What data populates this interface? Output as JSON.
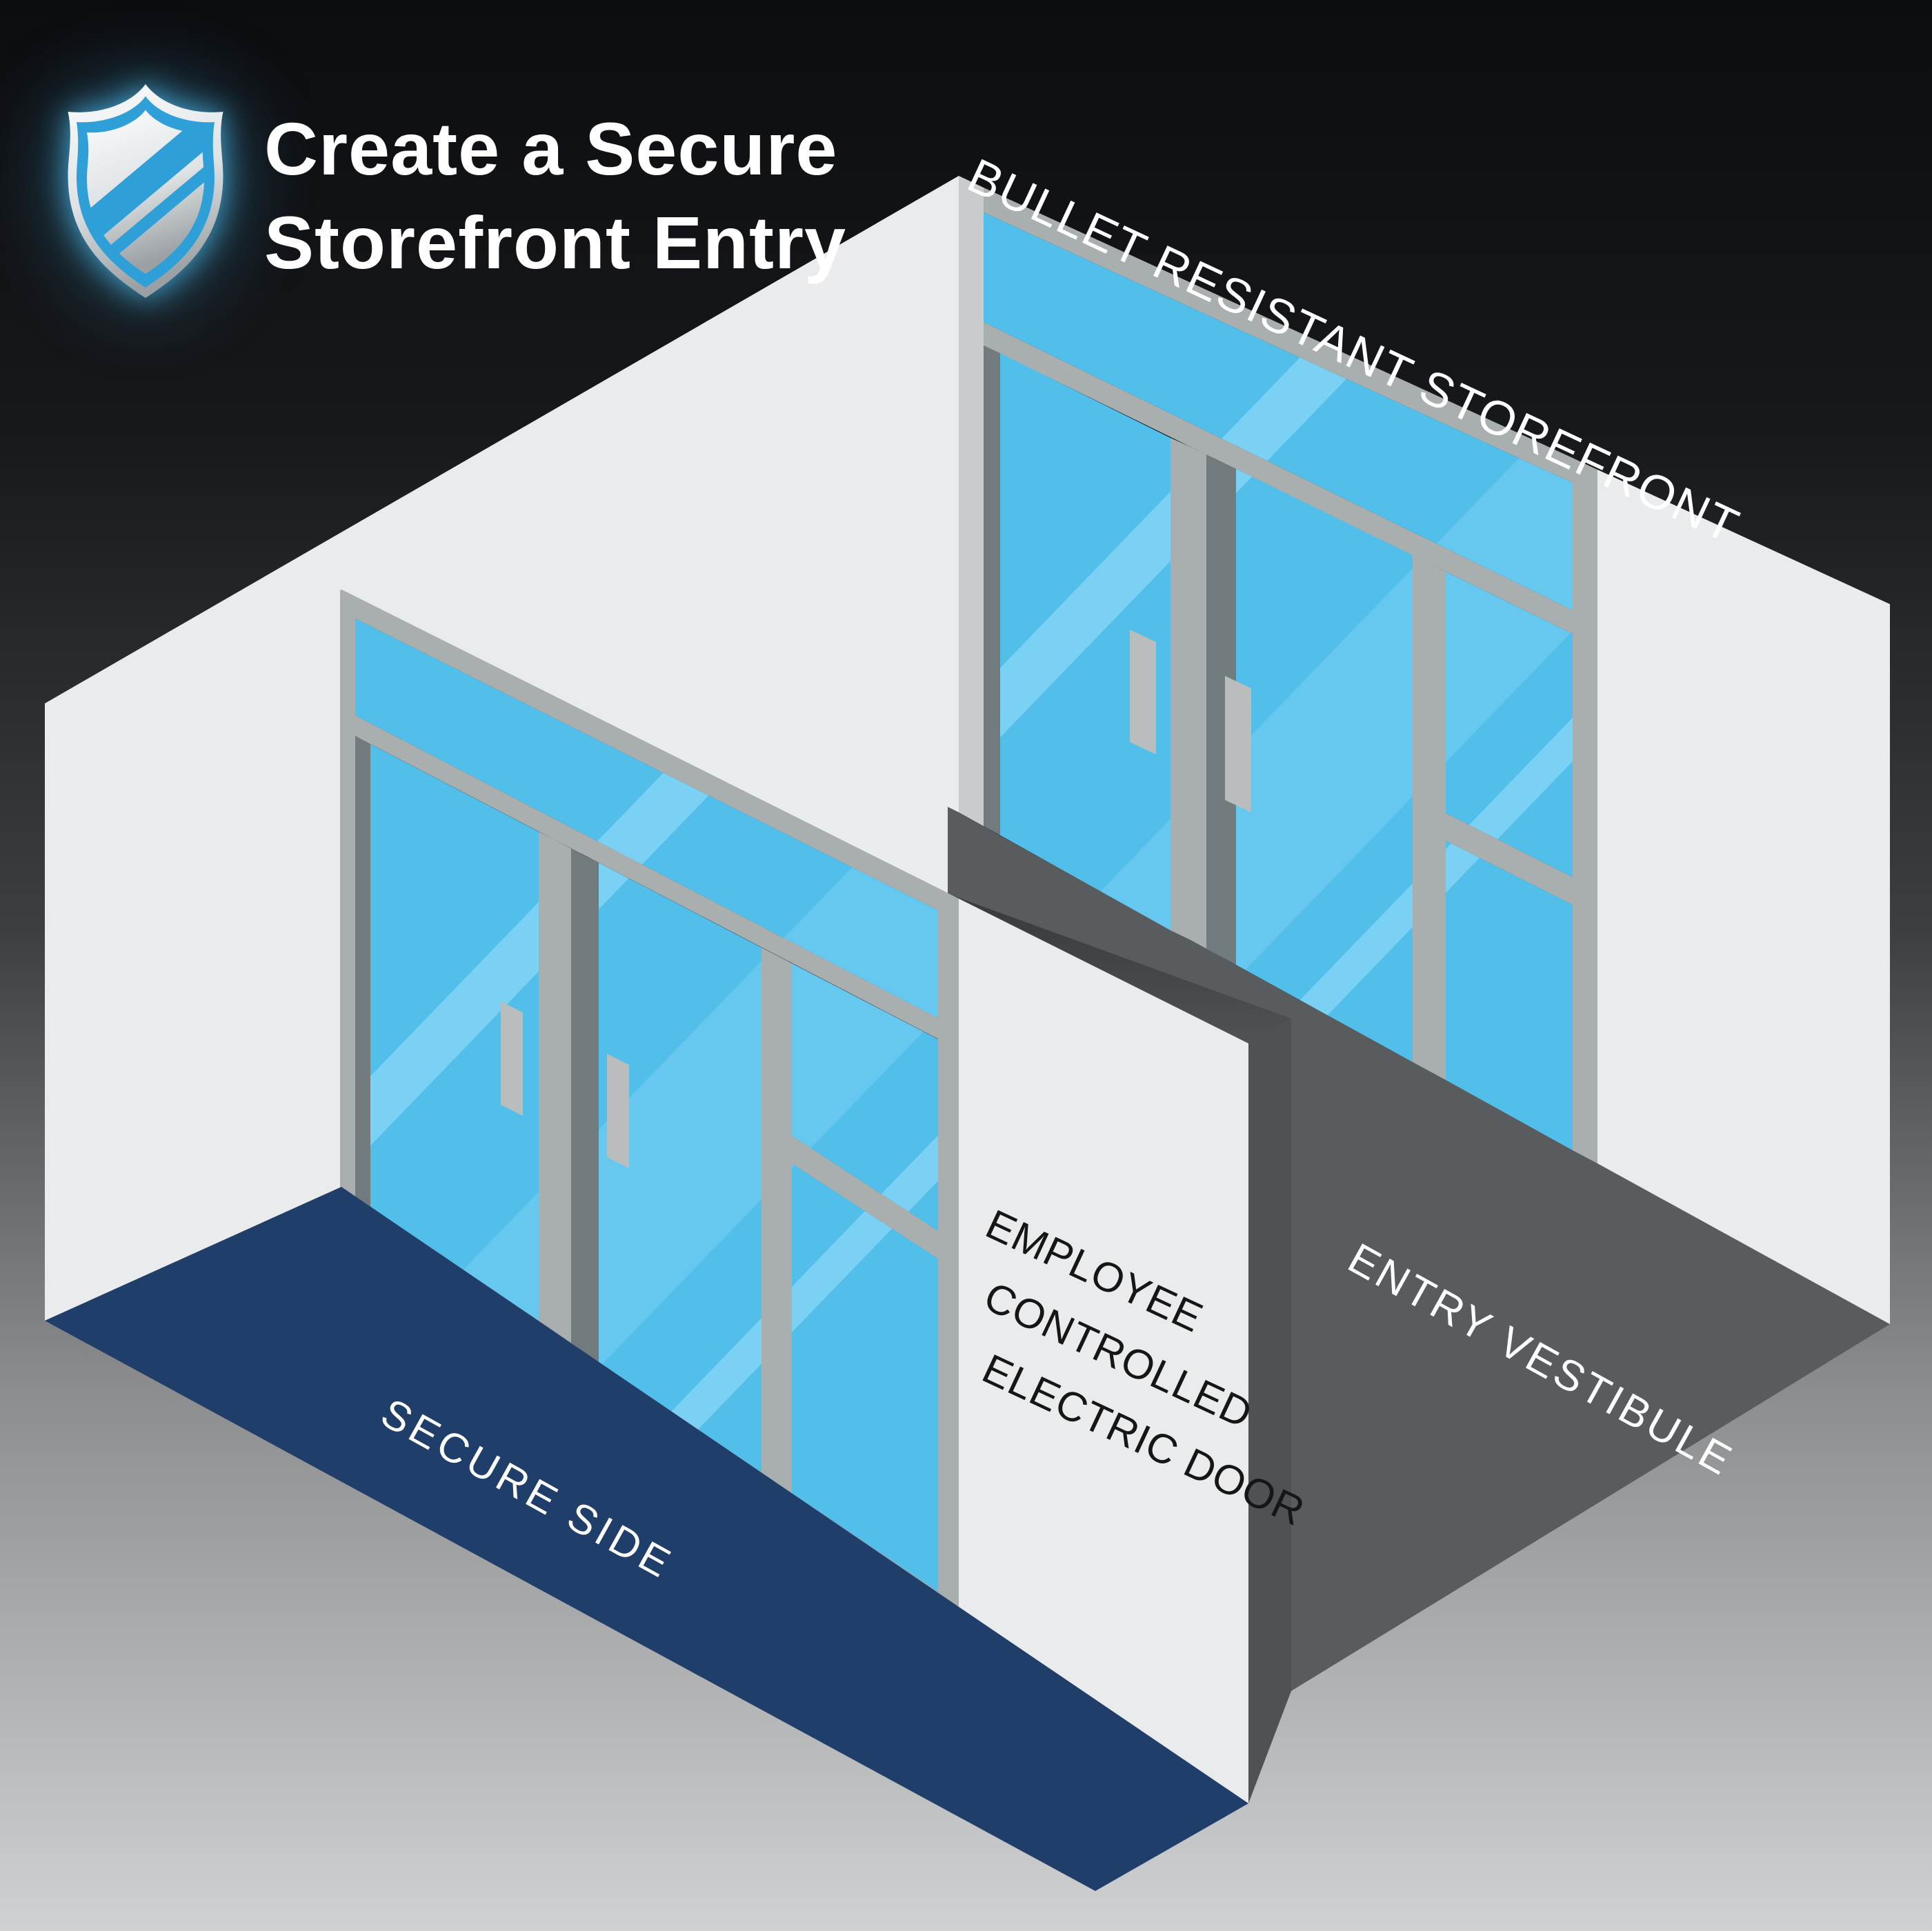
{
  "title": {
    "line1": "Create a Secure",
    "line2": "Storefront Entry"
  },
  "labels": {
    "storefront": "BULLET RESISTANT STOREFRONT",
    "employee_door_lines": [
      "EMPLOYEE",
      "CONTROLLED",
      "ELECTRIC DOOR"
    ],
    "entry_vestibule": "ENTRY VESTIBULE",
    "secure_side": "SECURE SIDE"
  },
  "icons": {
    "shield": "security-shield"
  },
  "colors": {
    "bg_top": "#0b0d10",
    "bg_bottom": "#d0d1d3",
    "wall": "#e9ebec",
    "wall_shade": "#c9cbcd",
    "frame": "#a9aeaf",
    "frame_dark": "#717a7c",
    "glass": "#51bfea",
    "glass_streak": "#8ad7f5",
    "handle": "#b9bdbe",
    "floor_vestibule": "#595c5e",
    "floor_vestibule_side": "#4e5254",
    "floor_secure": "#1f3e69",
    "text_light": "#ffffff",
    "text_dark": "#161616",
    "shield_blue": "#2f9fd8",
    "shield_blue_deep": "#1b7db4",
    "shield_silver_hi": "#fbfcfd",
    "shield_silver_lo": "#9aa0a3"
  }
}
